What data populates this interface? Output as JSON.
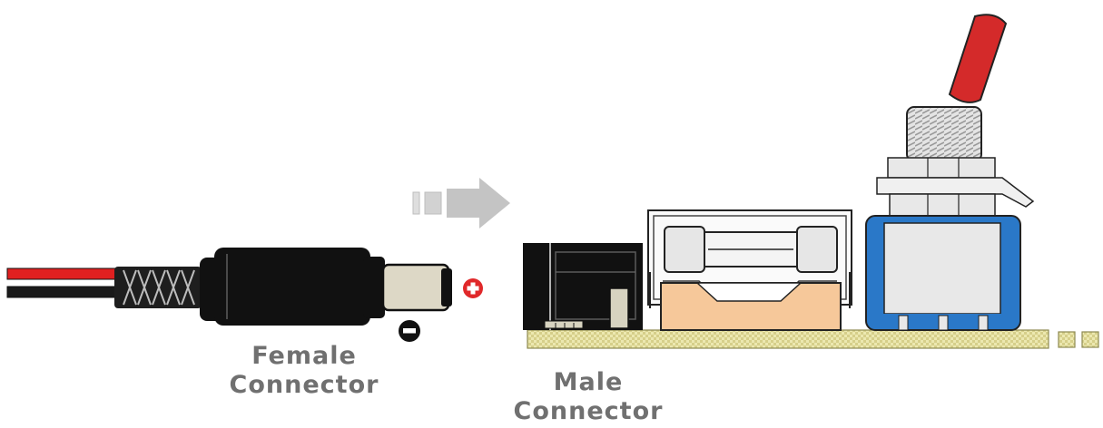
{
  "labels": {
    "female_line1": "Female",
    "female_line2": "Connector",
    "male_line1": "Male",
    "male_line2": "Connector"
  },
  "polarity": {
    "positive_symbol": "plus-in-circle",
    "negative_symbol": "minus-in-circle"
  },
  "colors": {
    "positive": "#e0282a",
    "negative": "#111111",
    "wire_red": "#e02020",
    "plug_tip": "#ddd8c6",
    "fuse_holder": "#f6c89a",
    "switch_frame": "#2a78c8",
    "switch_lever": "#d42a2a",
    "pcb": "#ece8b0",
    "arrow": "#c4c4c4",
    "label_text": "#707070"
  }
}
